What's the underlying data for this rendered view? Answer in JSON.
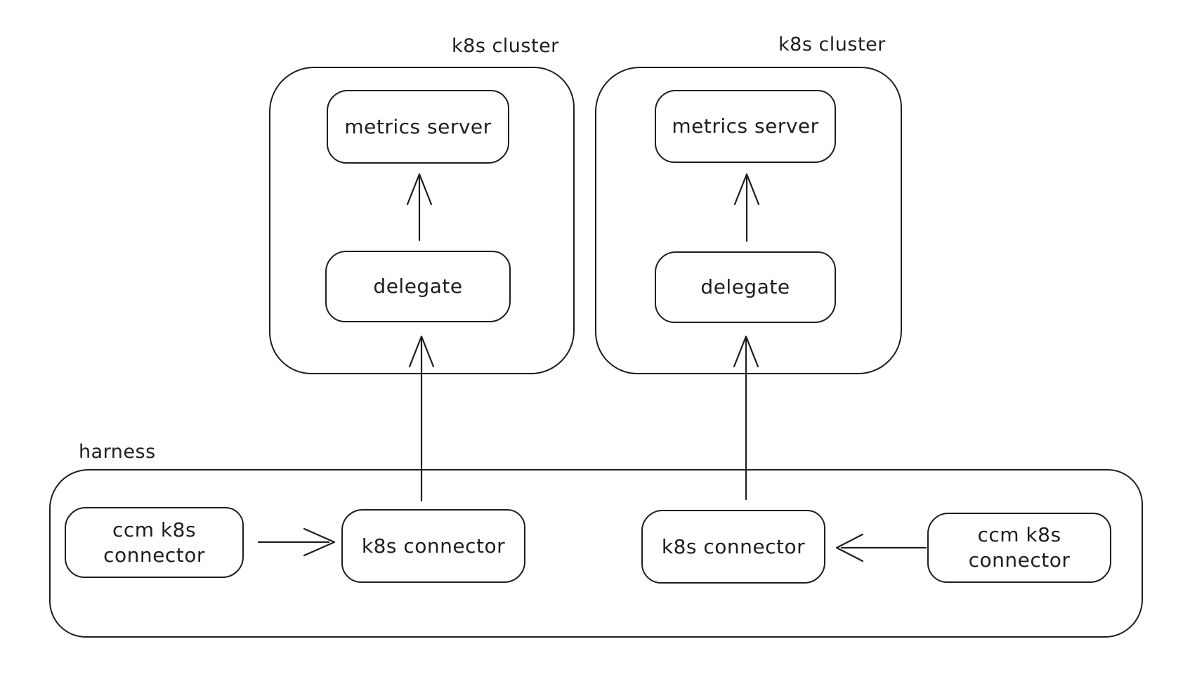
{
  "canvas": {
    "background_color": "#ffffff",
    "stroke_color": "#1e1e1e",
    "text_color": "#1e1e1e"
  },
  "clusters": [
    {
      "label": "k8s cluster",
      "nodes": [
        {
          "id": "metrics-server",
          "label": "metrics server"
        },
        {
          "id": "delegate",
          "label": "delegate"
        }
      ]
    },
    {
      "label": "k8s cluster",
      "nodes": [
        {
          "id": "metrics-server",
          "label": "metrics server"
        },
        {
          "id": "delegate",
          "label": "delegate"
        }
      ]
    }
  ],
  "harness": {
    "label": "harness",
    "nodes": [
      {
        "id": "ccm-k8s-connector-left",
        "label": "ccm k8s connector"
      },
      {
        "id": "k8s-connector-left",
        "label": "k8s connector"
      },
      {
        "id": "k8s-connector-right",
        "label": "k8s connector"
      },
      {
        "id": "ccm-k8s-connector-right",
        "label": "ccm k8s connector"
      }
    ]
  },
  "connections": [
    {
      "from": "delegate (left cluster)",
      "to": "metrics server (left cluster)",
      "direction": "up"
    },
    {
      "from": "delegate (right cluster)",
      "to": "metrics server (right cluster)",
      "direction": "up"
    },
    {
      "from": "k8s connector (left, harness)",
      "to": "delegate (left cluster)",
      "direction": "up"
    },
    {
      "from": "k8s connector (right, harness)",
      "to": "delegate (right cluster)",
      "direction": "up"
    },
    {
      "from": "ccm k8s connector (left)",
      "to": "k8s connector (left)",
      "direction": "right"
    },
    {
      "from": "ccm k8s connector (right)",
      "to": "k8s connector (right)",
      "direction": "left"
    }
  ]
}
